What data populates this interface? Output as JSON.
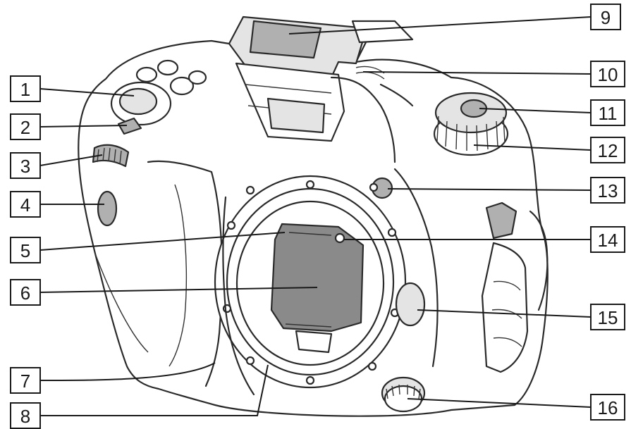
{
  "callouts": [
    {
      "id": "1",
      "label": "1"
    },
    {
      "id": "2",
      "label": "2"
    },
    {
      "id": "3",
      "label": "3"
    },
    {
      "id": "4",
      "label": "4"
    },
    {
      "id": "5",
      "label": "5"
    },
    {
      "id": "6",
      "label": "6"
    },
    {
      "id": "7",
      "label": "7"
    },
    {
      "id": "8",
      "label": "8"
    },
    {
      "id": "9",
      "label": "9"
    },
    {
      "id": "10",
      "label": "10"
    },
    {
      "id": "11",
      "label": "11"
    },
    {
      "id": "12",
      "label": "12"
    },
    {
      "id": "13",
      "label": "13"
    },
    {
      "id": "14",
      "label": "14"
    },
    {
      "id": "15",
      "label": "15"
    },
    {
      "id": "16",
      "label": "16"
    }
  ],
  "colors": {
    "line": "#1a1a1a",
    "background": "#ffffff",
    "mirror": "#8a8a8a",
    "shading": "#b0b0b0"
  }
}
